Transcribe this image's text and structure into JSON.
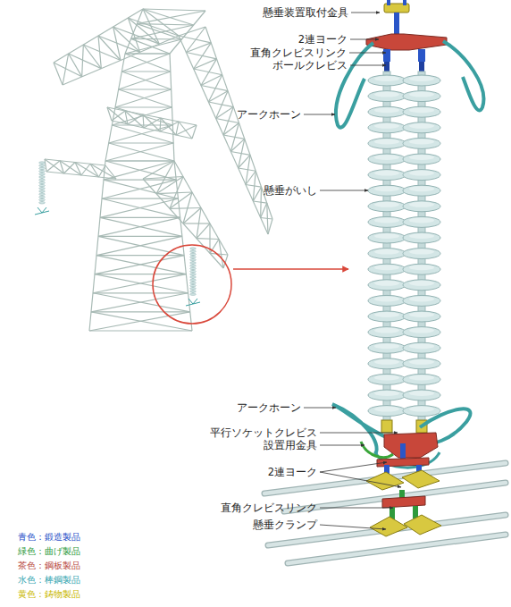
{
  "diagram": {
    "labels": [
      "懸垂装置取付金具",
      "2連ヨーク",
      "直角クレビスリンク",
      "ボールクレビス",
      "アークホーン",
      "懸垂がいし",
      "アークホーン",
      "平行ソケットクレビス",
      "設置用金具",
      "2連ヨーク",
      "直角クレビスリンク",
      "懸垂クランプ"
    ],
    "legend": [
      {
        "text": "青色：鍛造製品",
        "color": "#1f4fc8"
      },
      {
        "text": "緑色：曲げ製品",
        "color": "#2e9a3c"
      },
      {
        "text": "茶色：鋼板製品",
        "color": "#b8473c"
      },
      {
        "text": "水色：棒鋼製品",
        "color": "#36a5b0"
      },
      {
        "text": "黄色：鋳物製品",
        "color": "#c9b800"
      }
    ]
  }
}
